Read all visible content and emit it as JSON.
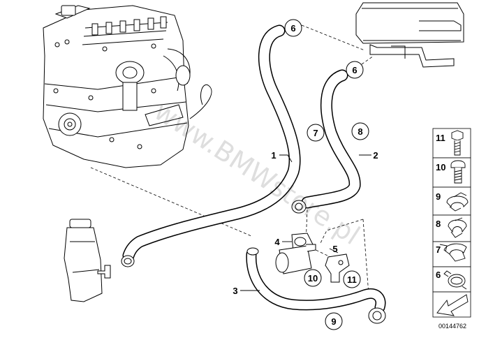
{
  "diagram": {
    "watermark": "www.BMWstore.pl",
    "diagram_id": "00144762"
  },
  "part_labels": [
    {
      "key": "p1",
      "number": "1"
    },
    {
      "key": "p2",
      "number": "2"
    },
    {
      "key": "p3",
      "number": "3"
    },
    {
      "key": "p4",
      "number": "4"
    },
    {
      "key": "p5",
      "number": "5"
    }
  ],
  "callouts": [
    {
      "key": "c6a",
      "number": "6"
    },
    {
      "key": "c6b",
      "number": "6"
    },
    {
      "key": "c7",
      "number": "7"
    },
    {
      "key": "c8",
      "number": "8"
    },
    {
      "key": "c9",
      "number": "9"
    },
    {
      "key": "c10",
      "number": "10"
    },
    {
      "key": "c11",
      "number": "11"
    }
  ],
  "legend": [
    {
      "number": "11",
      "icon": "hex-bolt-icon"
    },
    {
      "number": "10",
      "icon": "round-head-bolt-icon"
    },
    {
      "number": "9",
      "icon": "hose-clamp-icon"
    },
    {
      "number": "8",
      "icon": "hose-clamp-icon"
    },
    {
      "number": "7",
      "icon": "hose-clamp-icon"
    },
    {
      "number": "6",
      "icon": "spring-band-clamp-icon"
    },
    {
      "number": "",
      "icon": "arrow-icon"
    }
  ],
  "colors": {
    "line": "#000000",
    "hose": "#ffffff",
    "watermark": "#000000"
  }
}
